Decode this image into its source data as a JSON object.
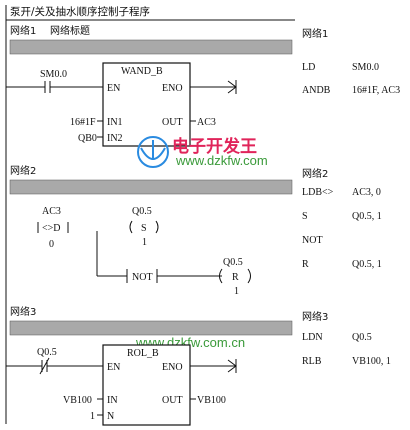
{
  "title": "泵开/关及抽水顺序控制子程序",
  "networks": [
    {
      "header": "网络1",
      "subtitle": "网络标题",
      "contact": "SM0.0",
      "block": "WAND_B",
      "pins": {
        "en": "EN",
        "eno": "ENO",
        "in1": "IN1",
        "in2": "IN2",
        "out": "OUT"
      },
      "in1_value": "16#1F",
      "in2_value": "QB0",
      "out_value": "AC3"
    },
    {
      "header": "网络2",
      "compare_addr": "AC3",
      "compare_op": "<>D",
      "compare_value": "0",
      "set_coil": "Q0.5",
      "set_op": "S",
      "set_count": "1",
      "not_label": "NOT",
      "reset_coil": "Q0.5",
      "reset_op": "R",
      "reset_count": "1"
    },
    {
      "header": "网络3",
      "contact": "Q0.5",
      "block": "ROL_B",
      "pins": {
        "en": "EN",
        "eno": "ENO",
        "in": "IN",
        "n": "N",
        "out": "OUT"
      },
      "in_value": "VB100",
      "n_value": "1",
      "out_value": "VB100"
    }
  ],
  "watermark": {
    "url": "www.dzkfw.com",
    "cn": "电子开发王",
    "url2": "www.dzkfw.com.cn"
  },
  "instructions": [
    {
      "header": "网络1",
      "lines": [
        [
          "LD",
          "SM0.0"
        ],
        [
          "ANDB",
          "16#1F, AC3"
        ]
      ]
    },
    {
      "header": "网络2",
      "lines": [
        [
          "LDB<>",
          "AC3, 0"
        ],
        [
          "S",
          "Q0.5, 1"
        ],
        [
          "NOT",
          ""
        ],
        [
          "R",
          "Q0.5, 1"
        ]
      ]
    },
    {
      "header": "网络3",
      "lines": [
        [
          "LDN",
          "Q0.5"
        ],
        [
          "RLB",
          "VB100, 1"
        ]
      ]
    }
  ],
  "colors": {
    "bar": "#a9a9a9",
    "watermark_green": "#3a9a3a",
    "watermark_red": "#e0245a"
  }
}
